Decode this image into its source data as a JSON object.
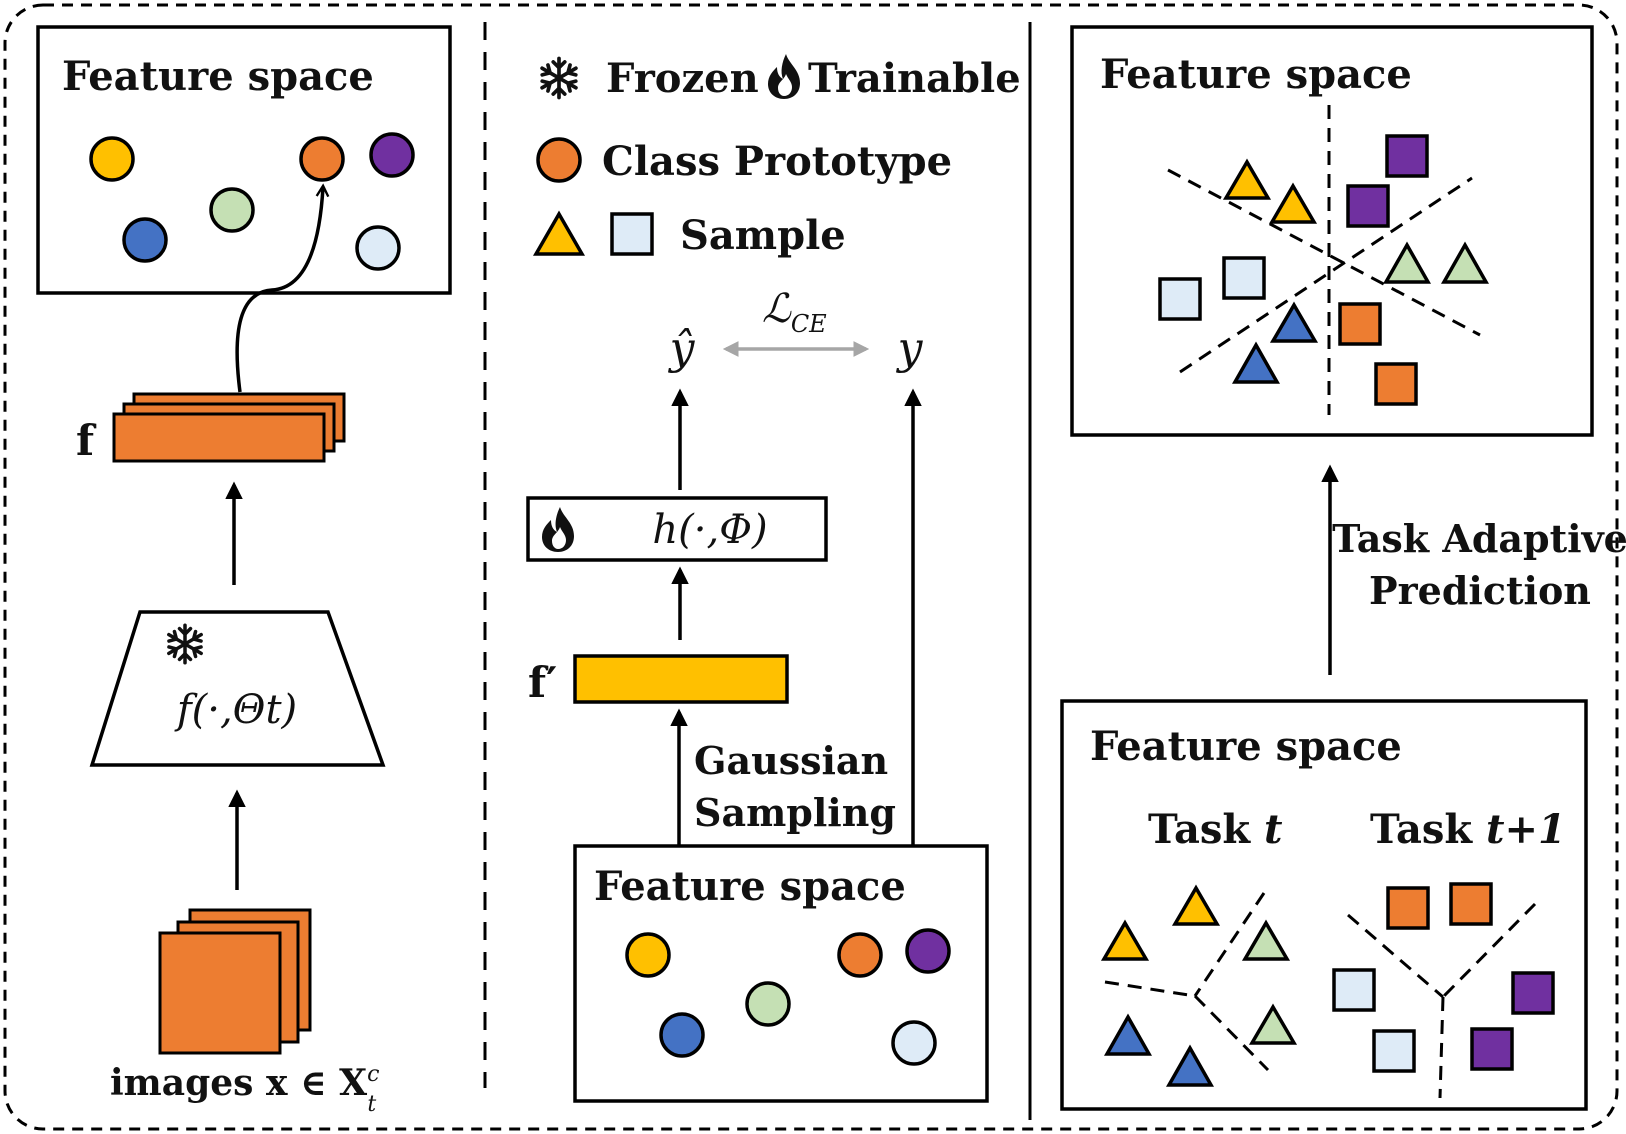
{
  "colors": {
    "orange": "#ED7D31",
    "yellow": "#FFC000",
    "purple": "#7030A0",
    "blue": "#4472C4",
    "green": "#C5E0B4",
    "lightblue": "#DEEBF7",
    "stroke": "#000000",
    "loss_arrow": "#A6A6A6"
  },
  "left": {
    "feature_space_title": "Feature space",
    "feature_label": "f",
    "backbone_formula": "f(·,Θt)",
    "images_label": "images x ∈ X",
    "images_sup": "c",
    "images_sub": "t"
  },
  "middle": {
    "legend_frozen": "Frozen",
    "legend_trainable": "Trainable",
    "legend_prototype": "Class Prototype",
    "legend_sample": "Sample",
    "y_hat": "ŷ",
    "y": "y",
    "loss_main": "ℒ",
    "loss_sub": "CE",
    "head_formula": "h(·,Φ)",
    "feature_prime_label": "f′",
    "gaussian_line1": "Gaussian",
    "gaussian_line2": "Sampling",
    "feature_space_title": "Feature space"
  },
  "right": {
    "top_feature_space_title": "Feature space",
    "prediction_line1": "Task Adaptive",
    "prediction_line2": "Prediction",
    "bottom_feature_space_title": "Feature space",
    "task_t_prefix": "Task ",
    "task_t_var": "t",
    "task_t1_prefix": "Task ",
    "task_t1_var": "t+1"
  }
}
